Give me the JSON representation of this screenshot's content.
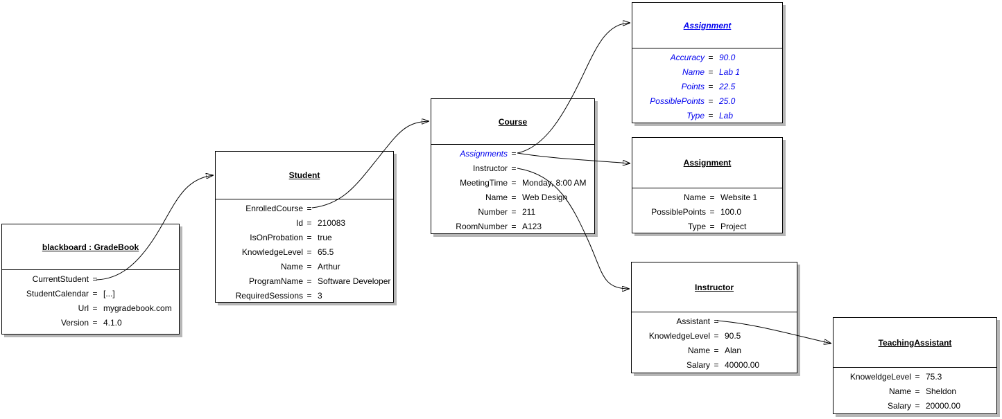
{
  "diagram": {
    "equals_sign": "=",
    "colors": {
      "background": "#ffffff",
      "box_border": "#000000",
      "box_shadow": "#b6b6b6",
      "highlight_text": "#0000ee",
      "arrow": "#000000"
    },
    "boxes": [
      {
        "id": "gradebook",
        "title": "blackboard : GradeBook",
        "highlighted": false,
        "fields": [
          {
            "name": "CurrentStudent",
            "value": "",
            "ref": true
          },
          {
            "name": "StudentCalendar",
            "value": "[...]"
          },
          {
            "name": "Url",
            "value": "mygradebook.com"
          },
          {
            "name": "Version",
            "value": "4.1.0"
          }
        ]
      },
      {
        "id": "student",
        "title": "Student",
        "highlighted": false,
        "fields": [
          {
            "name": "EnrolledCourse",
            "value": "",
            "ref": true
          },
          {
            "name": "Id",
            "value": "210083"
          },
          {
            "name": "IsOnProbation",
            "value": "true"
          },
          {
            "name": "KnowledgeLevel",
            "value": "65.5"
          },
          {
            "name": "Name",
            "value": "Arthur"
          },
          {
            "name": "ProgramName",
            "value": "Software Developer"
          },
          {
            "name": "RequiredSessions",
            "value": "3"
          }
        ]
      },
      {
        "id": "course",
        "title": "Course",
        "highlighted": false,
        "fields": [
          {
            "name": "Assignments",
            "value": "",
            "ref": true,
            "highlighted": true
          },
          {
            "name": "Instructor",
            "value": "",
            "ref": true
          },
          {
            "name": "MeetingTime",
            "value": "Monday, 8:00 AM"
          },
          {
            "name": "Name",
            "value": "Web Design"
          },
          {
            "name": "Number",
            "value": "211"
          },
          {
            "name": "RoomNumber",
            "value": "A123"
          }
        ]
      },
      {
        "id": "assignment1",
        "title": "Assignment",
        "highlighted": true,
        "fields": [
          {
            "name": "Accuracy",
            "value": "90.0"
          },
          {
            "name": "Name",
            "value": "Lab 1"
          },
          {
            "name": "Points",
            "value": "22.5"
          },
          {
            "name": "PossiblePoints",
            "value": "25.0"
          },
          {
            "name": "Type",
            "value": "Lab"
          }
        ]
      },
      {
        "id": "assignment2",
        "title": "Assignment",
        "highlighted": false,
        "fields": [
          {
            "name": "Name",
            "value": "Website 1"
          },
          {
            "name": "PossiblePoints",
            "value": "100.0"
          },
          {
            "name": "Type",
            "value": "Project"
          }
        ]
      },
      {
        "id": "instructor",
        "title": "Instructor",
        "highlighted": false,
        "fields": [
          {
            "name": "Assistant",
            "value": "",
            "ref": true
          },
          {
            "name": "KnowledgeLevel",
            "value": "90.5"
          },
          {
            "name": "Name",
            "value": "Alan"
          },
          {
            "name": "Salary",
            "value": "40000.00"
          }
        ]
      },
      {
        "id": "teachingassistant",
        "title": "TeachingAssistant",
        "highlighted": false,
        "fields": [
          {
            "name": "KnoweldgeLevel",
            "value": "75.3"
          },
          {
            "name": "Name",
            "value": "Sheldon"
          },
          {
            "name": "Salary",
            "value": "20000.00"
          }
        ]
      }
    ],
    "references": [
      {
        "from": "blackboard : GradeBook.CurrentStudent",
        "to": "Student"
      },
      {
        "from": "Student.EnrolledCourse",
        "to": "Course"
      },
      {
        "from": "Course.Assignments",
        "to": "Assignment (Lab 1)"
      },
      {
        "from": "Course.Assignments",
        "to": "Assignment (Website 1)"
      },
      {
        "from": "Course.Instructor",
        "to": "Instructor"
      },
      {
        "from": "Instructor.Assistant",
        "to": "TeachingAssistant"
      }
    ]
  }
}
